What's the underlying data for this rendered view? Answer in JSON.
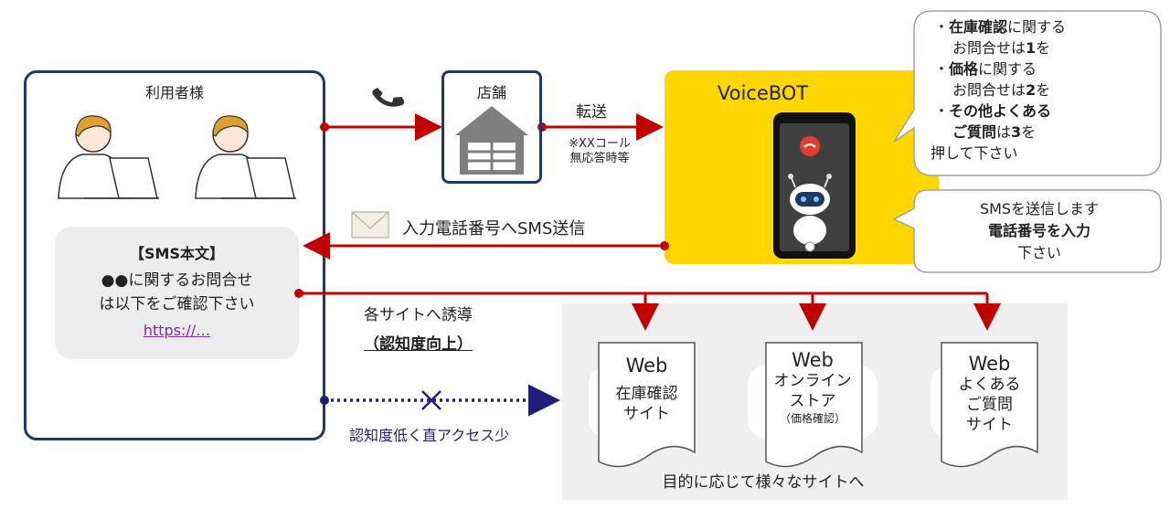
{
  "user": {
    "title": "利用者様"
  },
  "sms": {
    "title": "【SMS本文】",
    "body_line1": "●●に関するお問合せ",
    "body_line2": "は以下をご確認下さい",
    "link": "https://…"
  },
  "store": {
    "title": "店舗"
  },
  "transfer": {
    "label": "転送",
    "note_line1": "※XXコール",
    "note_line2": "無応答時等"
  },
  "voicebot": {
    "title": "VoiceBOT"
  },
  "sms_send": {
    "label": "入力電話番号へSMS送信"
  },
  "guide": {
    "label": "各サイトへ誘導",
    "sub": "（認知度向上）"
  },
  "low_access": {
    "label": "認知度低く直アクセス少"
  },
  "sites": {
    "caption": "目的に応じて様々なサイトへ",
    "items": [
      {
        "web": "Web",
        "name1": "在庫確認",
        "name2": "サイト"
      },
      {
        "web": "Web",
        "name1": "オンライン",
        "name2": "ストア",
        "note": "（価格確認）"
      },
      {
        "web": "Web",
        "name1": "よくある",
        "name2": "ご質問",
        "name3": "サイト"
      }
    ]
  },
  "bubble1": {
    "l1_bullet": "・",
    "l1_bold": "在庫確認",
    "l1_rest": "に関する",
    "l2": "お問合せは",
    "l2_bold": "1",
    "l2_rest": "を",
    "l3_bullet": "・",
    "l3_bold": "価格",
    "l3_rest": "に関する",
    "l4": "お問合せは",
    "l4_bold": "2",
    "l4_rest": "を",
    "l5_bullet": "・",
    "l5_bold": "その他よくある",
    "l6_bold": "ご質問",
    "l6_rest": "は",
    "l6_num": "3",
    "l6_end": "を",
    "l7": "押して下さい"
  },
  "bubble2": {
    "l1": "SMSを送信します",
    "l2": "電話番号を入力",
    "l3": "下さい"
  },
  "colors": {
    "navy": "#1f3864",
    "red": "#c00000",
    "yellow": "#ffd700",
    "dots": "#1f1f7a"
  }
}
